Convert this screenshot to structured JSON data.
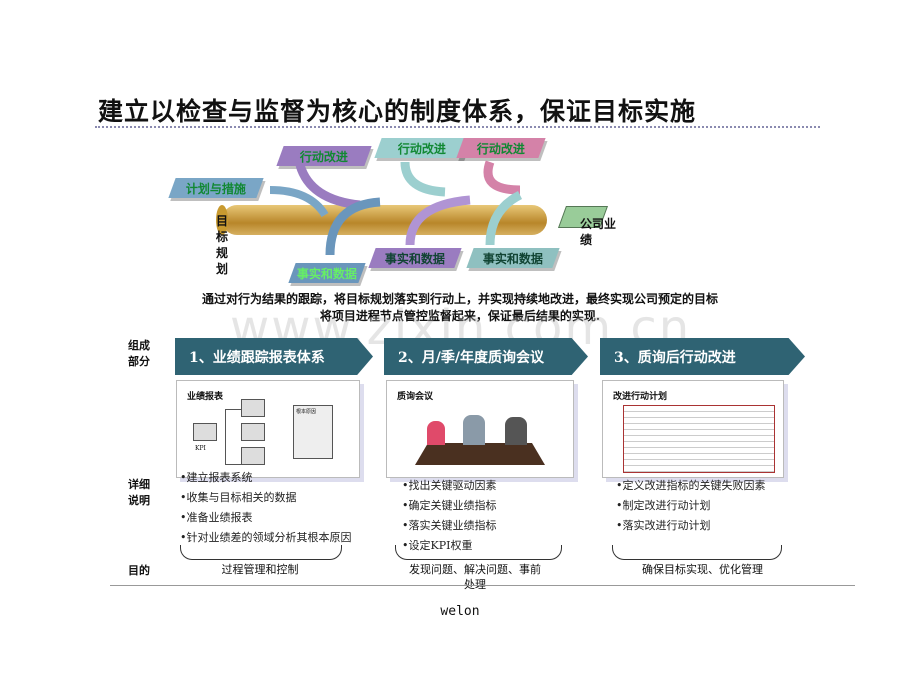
{
  "title": "建立以检查与监督为核心的制度体系，保证目标实施",
  "diagram": {
    "plan": "计划与措施",
    "goal": "目标规划",
    "actions": [
      "行动改进",
      "行动改进",
      "行动改进"
    ],
    "facts": [
      "事实和数据",
      "事实和数据",
      "事实和数据"
    ],
    "result": "公司业绩"
  },
  "caption": [
    "通过对行为结果的跟踪，将目标规划落实到行动上，并实现持续地改进，最终实现公司预定的目标",
    "将项目进程节点管控监督起来，保证最后结果的实现."
  ],
  "watermark": "www.zixin.com.cn",
  "labels": {
    "components": "组成部分",
    "details": "详细说明",
    "purpose": "目的"
  },
  "columns": [
    {
      "header": "1、业绩跟踪报表体系",
      "box_title": "业绩报表",
      "kpi": "KPI",
      "doc": "根本原因",
      "bullets": [
        "•建立报表系统",
        "•收集与目标相关的数据",
        "•准备业绩报表",
        "•针对业绩差的领域分析其根本原因"
      ],
      "purpose": "过程管理和控制"
    },
    {
      "header": "2、月/季/年度质询会议",
      "box_title": "质询会议",
      "bullets": [
        "•找出关键驱动因素",
        "•确定关键业绩指标",
        "•落实关键业绩指标",
        "•设定KPI权重"
      ],
      "purpose": "发现问题、解决问题、事前处理"
    },
    {
      "header": "3、质询后行动改进",
      "box_title": "改进行动计划",
      "bullets": [
        "•定义改进指标的关键失败因素",
        "•制定改进行动计划",
        "•落实改进行动计划"
      ],
      "purpose": "确保目标实现、优化管理"
    }
  ],
  "footer": "welon"
}
